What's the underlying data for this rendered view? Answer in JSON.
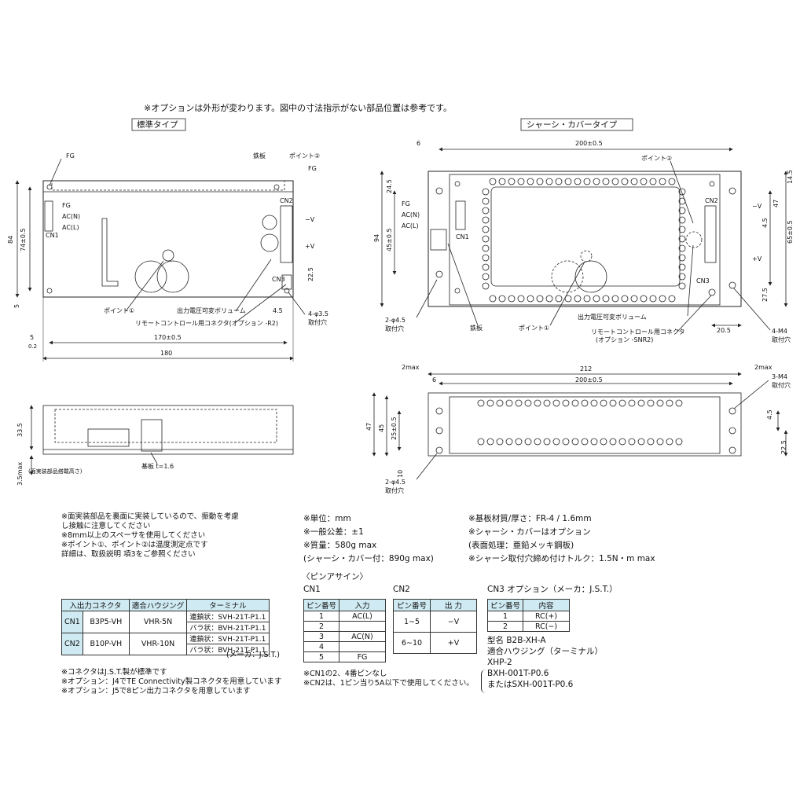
{
  "header_note": "※オプションは外形が変わります。図中の寸法指示がない部品位置は参考です。",
  "standard_type": {
    "label": "標準タイプ",
    "parts": {
      "fg": "FG",
      "chassis_plate": "鉄板",
      "point2": "ポイント②",
      "fg2": "FG",
      "cn2": "CN2",
      "minus_v": "−V",
      "plus_v": "+V",
      "cn3": "CN3",
      "cn1": "CN1",
      "pin_fg": "FG",
      "pin_acn": "AC(N)",
      "pin_acl": "AC(L)",
      "point1": "ポイント①",
      "volume": "出力電圧可変ボリューム",
      "remote": "リモートコントロール用コネクタ(オプション -R2)",
      "holes": "4-φ3.5",
      "holes_sub": "取付穴"
    },
    "dims": {
      "d84": "84",
      "d74": "74±0.5",
      "d5a": "5",
      "d5b": "5",
      "d02": "0.2",
      "d170": "170±0.5",
      "d180": "180",
      "d225": "22.5",
      "d45": "4.5"
    }
  },
  "chassis_type": {
    "label": "シャーシ・カバータイプ",
    "parts": {
      "point2": "ポイント②",
      "fg": "FG",
      "acn": "AC(N)",
      "acl": "AC(L)",
      "cn1": "CN1",
      "cn2": "CN2",
      "cn3": "CN3",
      "minus_v": "−V",
      "plus_v": "+V",
      "holes": "2-φ4.5",
      "holes_sub": "取付穴",
      "plate": "鉄板",
      "point1": "ポイント①",
      "volume": "出力電圧可変ボリューム",
      "remote": "リモートコントロール用コネクタ",
      "remote_sub": "(オプション -SNR2)",
      "m4": "4-M4",
      "m4_sub": "取付穴"
    },
    "dims": {
      "d6": "6",
      "d200": "200±0.5",
      "d245": "24.5",
      "d94": "94",
      "d45": "45±0.5",
      "d145": "14.5",
      "d47": "47",
      "d45b": "4.5",
      "d65": "65±0.5",
      "d275": "27.5",
      "d205": "20.5"
    }
  },
  "side_standard": {
    "d335": "33.5",
    "d35max": "3.5max",
    "note": "(面実装部品搭載高さ)",
    "plate": "基板  t=1.6"
  },
  "side_chassis": {
    "d2max_l": "2max",
    "d212": "212",
    "d2max_r": "2max",
    "d6": "6",
    "d200": "200±0.5",
    "d47": "47",
    "d45": "45",
    "d25": "25±0.5",
    "d10": "10",
    "d45b": "4.5",
    "d225": "22.5",
    "m4": "3-M4",
    "m4_sub": "取付穴",
    "holes": "2-φ4.5",
    "holes_sub": "取付穴"
  },
  "notes_left": [
    "※面実装部品を裏面に実装しているので、振動を考慮",
    "  し接触に注意してください",
    "※8mm以上のスペーサを使用してください",
    "※ポイント①、ポイント②は温度測定点です",
    "  詳細は、取扱説明 項3をご参照ください"
  ],
  "notes_mid": [
    "※単位：mm",
    "※一般公差：±1",
    "※質量：580g max",
    "  (シャーシ・カバー付：890g max)"
  ],
  "notes_right": [
    "※基板材質/厚さ：FR-4 / 1.6mm",
    "※シャーシ・カバーはオプション",
    "  (表面処理：亜鉛メッキ鋼板)",
    "※シャーシ取付穴締め付けトルク：1.5N・m max"
  ],
  "connector_table": {
    "headers": [
      "入出力コネクタ",
      "適合ハウジング",
      "ターミナル"
    ],
    "rows": [
      {
        "cn": "CN1",
        "model": "B3P5-VH",
        "housing": "VHR-5N",
        "t1": "連鎖状：SVH-21T-P1.1",
        "t2": "バラ状：BVH-21T-P1.1"
      },
      {
        "cn": "CN2",
        "model": "B10P-VH",
        "housing": "VHR-10N",
        "t1": "連鎖状：SVH-21T-P1.1",
        "t2": "バラ状：BVH-21T-P1.1"
      }
    ],
    "maker": "(メーカ：J.S.T.)"
  },
  "connector_notes": [
    "※コネクタはJ.S.T.製が標準です",
    "※オプション：J4でTE Connectivity製コネクタを用意しています",
    "※オプション：J5で8ピン出力コネクタを用意しています"
  ],
  "pin_assign": {
    "title": "〈ピンアサイン〉",
    "cn1": {
      "label": "CN1",
      "headers": [
        "ピン番号",
        "入力"
      ],
      "rows": [
        [
          "1",
          "AC(L)"
        ],
        [
          "2",
          ""
        ],
        [
          "3",
          "AC(N)"
        ],
        [
          "4",
          ""
        ],
        [
          "5",
          "FG"
        ]
      ]
    },
    "cn2": {
      "label": "CN2",
      "headers": [
        "ピン番号",
        "出 力"
      ],
      "rows": [
        [
          "1∼5",
          "−V"
        ],
        [
          "6∼10",
          "+V"
        ]
      ]
    },
    "cn3": {
      "label": "CN3 オプション（メーカ：J.S.T.）",
      "headers": [
        "ピン番号",
        "内容"
      ],
      "rows": [
        [
          "1",
          "RC(+)"
        ],
        [
          "2",
          "RC(−)"
        ]
      ]
    },
    "notes": [
      "※CN1の2、4番ピンなし",
      "※CN2は、1ピン当り5A以下で使用してください。"
    ],
    "cn3_info": [
      "型名 B2B-XH-A",
      "適合ハウジング（ターミナル）",
      "XHP-2",
      "BXH-001T-P0.6",
      "またはSXH-001T-P0.6"
    ]
  }
}
